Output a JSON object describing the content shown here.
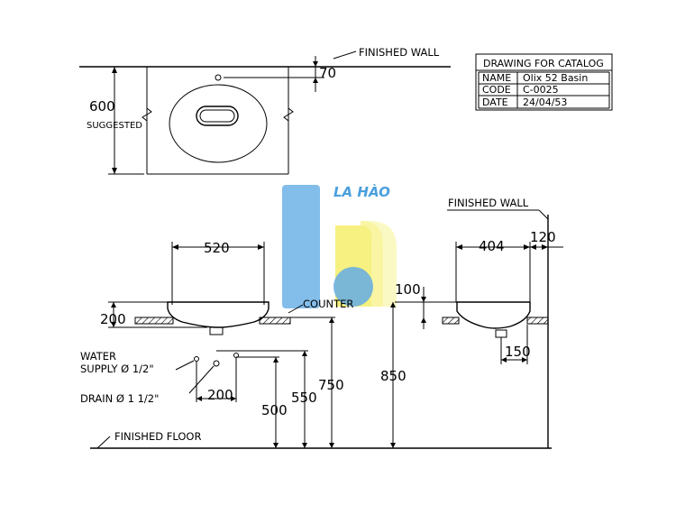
{
  "title_block": {
    "heading": "DRAWING FOR CATALOG",
    "rows": [
      {
        "key": "NAME",
        "value": "Olix 52 Basin"
      },
      {
        "key": "CODE",
        "value": "C-0025"
      },
      {
        "key": "DATE",
        "value": "24/04/53"
      }
    ]
  },
  "labels": {
    "finished_wall_top": "FINISHED WALL",
    "finished_wall_right": "FINISHED WALL",
    "suggested": "SUGGESTED",
    "counter": "COUNTER",
    "water_supply_1": "WATER",
    "water_supply_2": "SUPPLY Ø 1/2\"",
    "drain": "DRAIN Ø 1  1/2\"",
    "finished_floor": "FINISHED FLOOR"
  },
  "dimensions": {
    "d70": "70",
    "d600": "600",
    "d520": "520",
    "d200_height": "200",
    "d200_offset": "200",
    "d500": "500",
    "d550": "550",
    "d750": "750",
    "d850": "850",
    "d100": "100",
    "d404": "404",
    "d120": "120",
    "d150": "150"
  },
  "logo": {
    "text": "LA HÀO",
    "blue": "#4a9fe0",
    "yellow": "#f2ea3a"
  }
}
